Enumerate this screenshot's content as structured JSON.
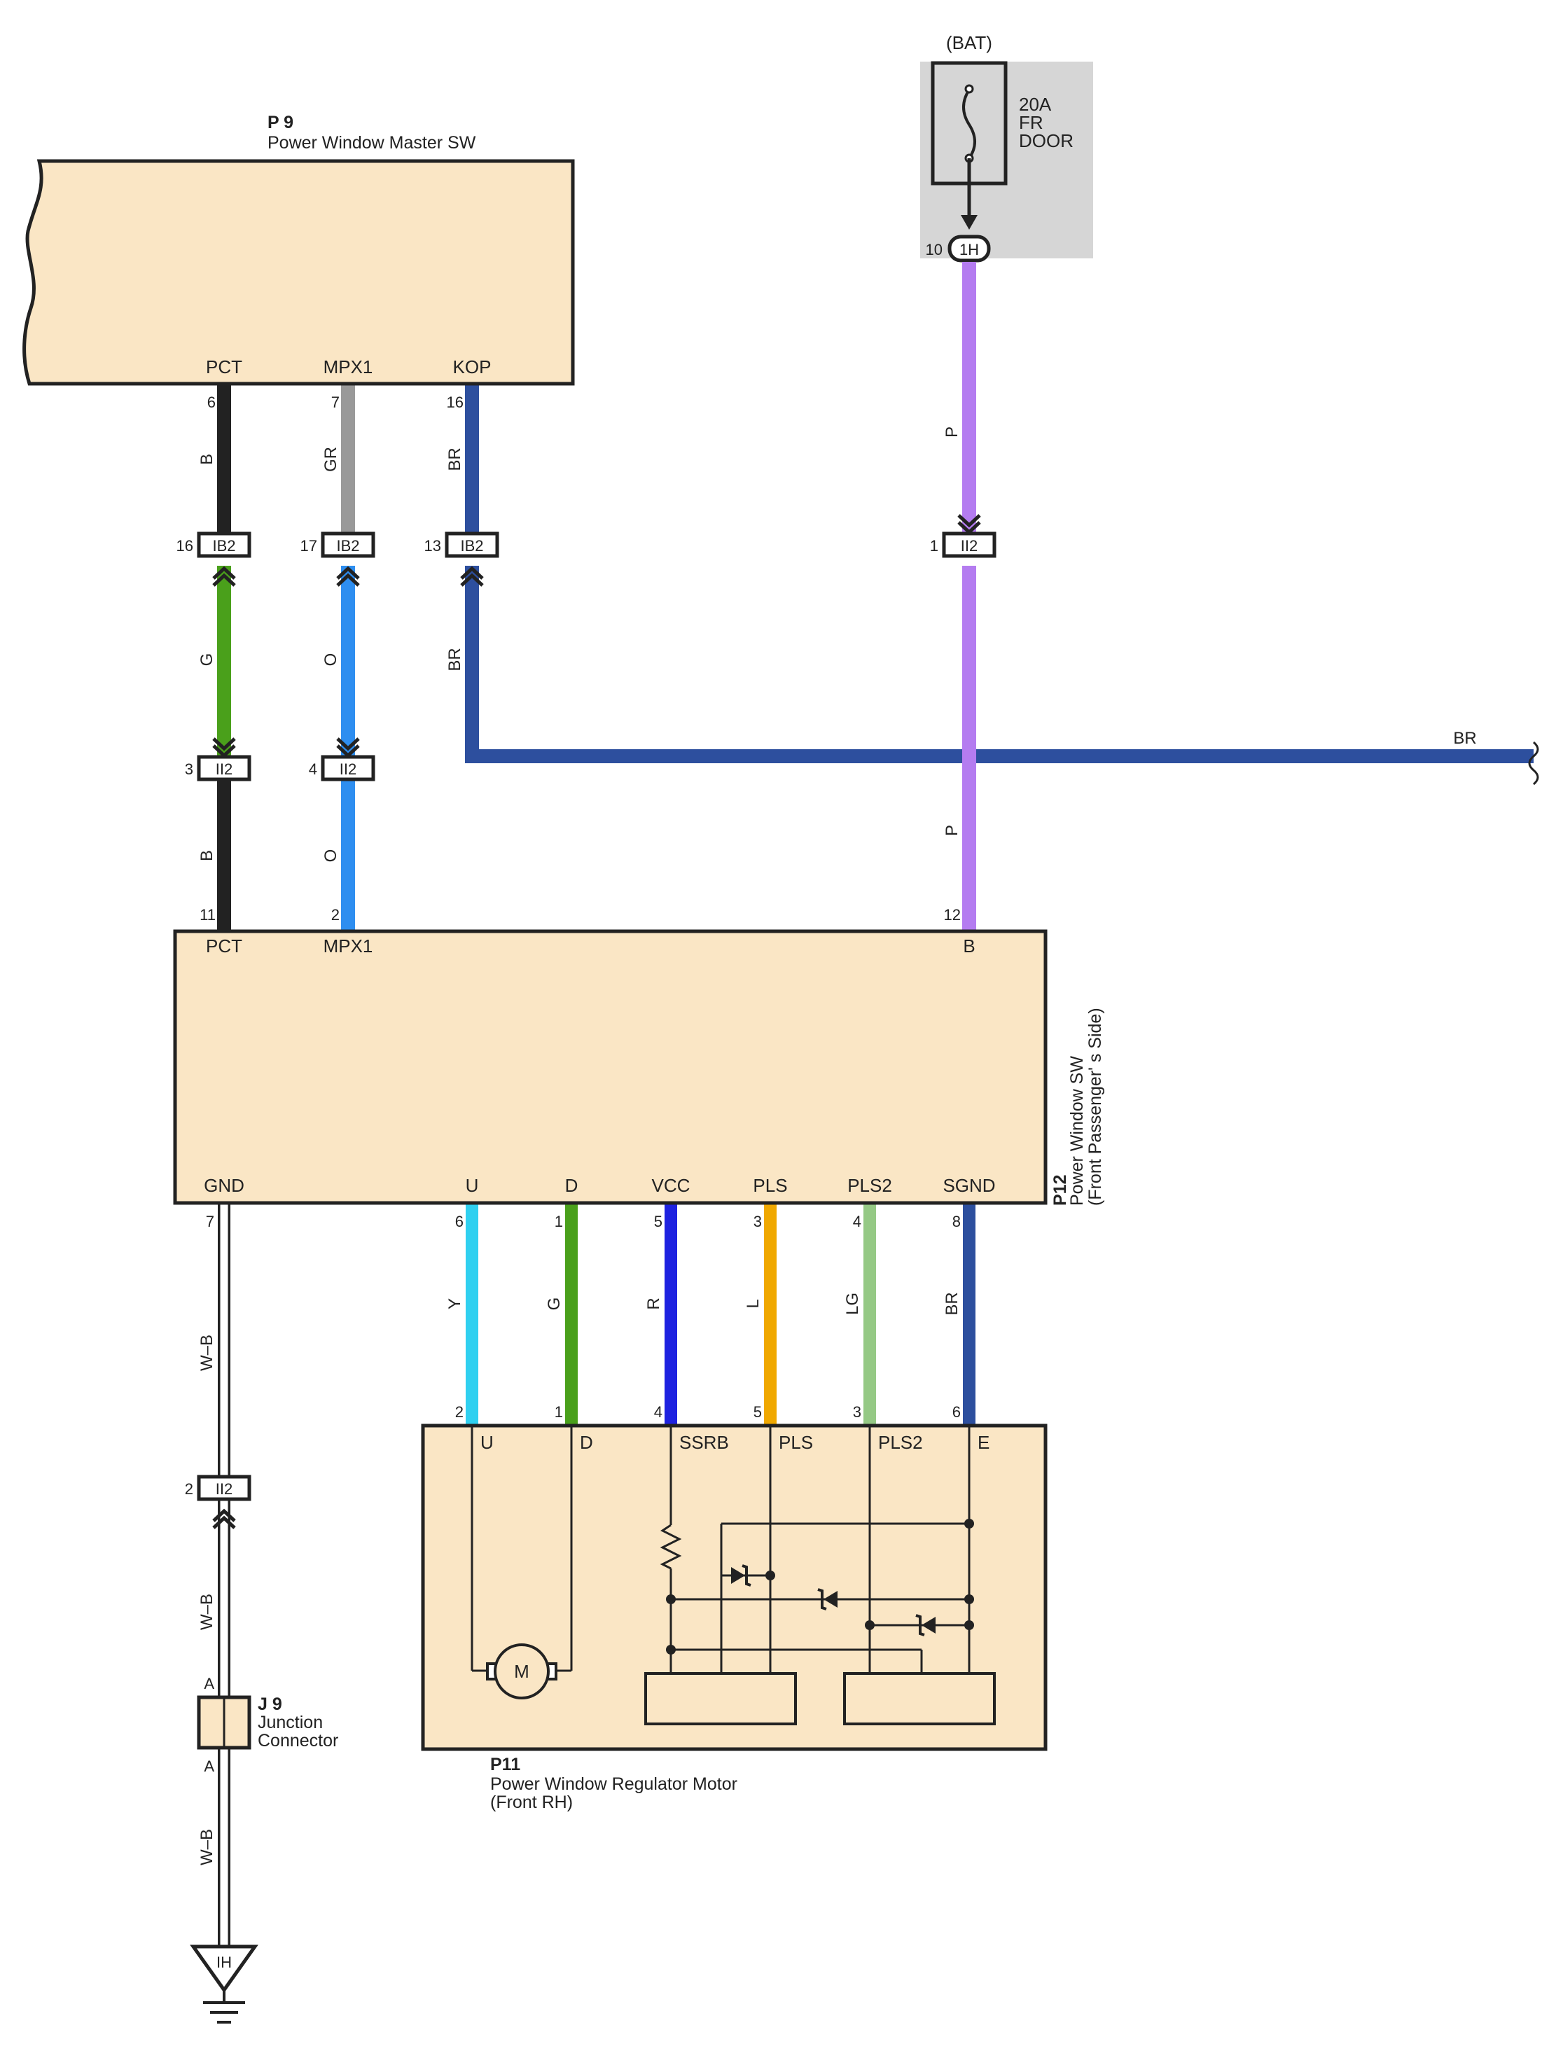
{
  "colors": {
    "component_fill": "#fae6c5",
    "fuse_box_fill": "#d6d6d6",
    "wire_B": "#222222",
    "wire_GR": "#999999",
    "wire_BR": "#2d4f9e",
    "wire_G": "#4aa01b",
    "wire_O": "#2e8ef0",
    "wire_P": "#b47cf0",
    "wire_Y": "#2fd0f0",
    "wire_R": "#1e22e0",
    "wire_L": "#f0a800",
    "wire_LG": "#95c985",
    "wire_WB": "#ffffff"
  },
  "fuse": {
    "source": "(BAT)",
    "rating": "20A",
    "name_line1": "FR",
    "name_line2": "DOOR",
    "connector": "1H",
    "pin": "10"
  },
  "p9": {
    "id": "P 9",
    "name": "Power Window Master SW",
    "terminals": [
      "PCT",
      "MPX1",
      "KOP"
    ],
    "pins": [
      "6",
      "7",
      "16"
    ]
  },
  "wires_upper": [
    "B",
    "GR",
    "BR",
    "P"
  ],
  "connectors_ib2": {
    "label": "IB2",
    "pins": [
      "16",
      "17",
      "13"
    ]
  },
  "connector_ii2_top": {
    "label": "II2",
    "pin": "1"
  },
  "wires_mid": [
    "G",
    "O",
    "BR"
  ],
  "connectors_ii2_mid": {
    "label": "II2",
    "pins": [
      "3",
      "4"
    ]
  },
  "wire_br_right": "BR",
  "wires_lower": [
    "B",
    "O",
    "P"
  ],
  "p12": {
    "id": "P12",
    "name_line1": "Power Window SW",
    "name_line2": "(Front Passenger' s Side)",
    "top_terminals": [
      "PCT",
      "MPX1",
      "B"
    ],
    "top_pins": [
      "11",
      "2",
      "12"
    ],
    "bottom_terminals": [
      "GND",
      "U",
      "D",
      "VCC",
      "PLS",
      "PLS2",
      "SGND"
    ],
    "bottom_pins": [
      "7",
      "6",
      "1",
      "5",
      "3",
      "4",
      "8"
    ]
  },
  "motor_wires": [
    "Y",
    "G",
    "R",
    "L",
    "LG",
    "BR"
  ],
  "p11": {
    "id": "P11",
    "name_line1": "Power Window Regulator Motor",
    "name_line2": "(Front RH)",
    "terminals": [
      "U",
      "D",
      "SSRB",
      "PLS",
      "PLS2",
      "E"
    ],
    "pins": [
      "2",
      "1",
      "4",
      "5",
      "3",
      "6"
    ],
    "motor_symbol": "M"
  },
  "ground_wire": "W–B",
  "ground_connector": {
    "label": "II2",
    "pin": "2"
  },
  "j9": {
    "id": "J 9",
    "name_line1": "Junction",
    "name_line2": "Connector",
    "pin_top": "A",
    "pin_bottom": "A"
  },
  "ground_point": "IH"
}
